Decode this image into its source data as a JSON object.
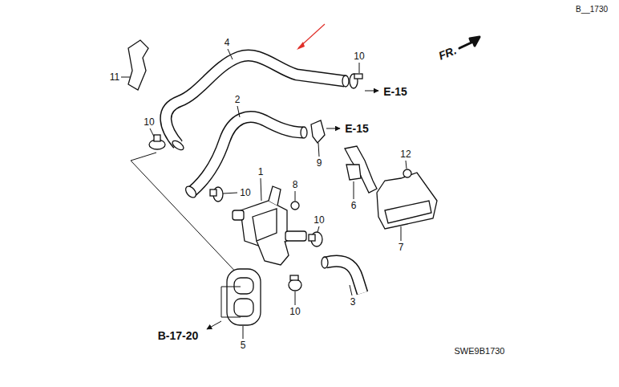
{
  "diagram": {
    "labels": [
      "B__1730",
      "FR.",
      "4",
      "10",
      "E-15",
      "11",
      "2",
      "10",
      "E-15",
      "9",
      "12",
      "1",
      "8",
      "10",
      "6",
      "10",
      "7",
      "3",
      "10",
      "5",
      "B-17-20",
      "SWE9B1730"
    ]
  }
}
